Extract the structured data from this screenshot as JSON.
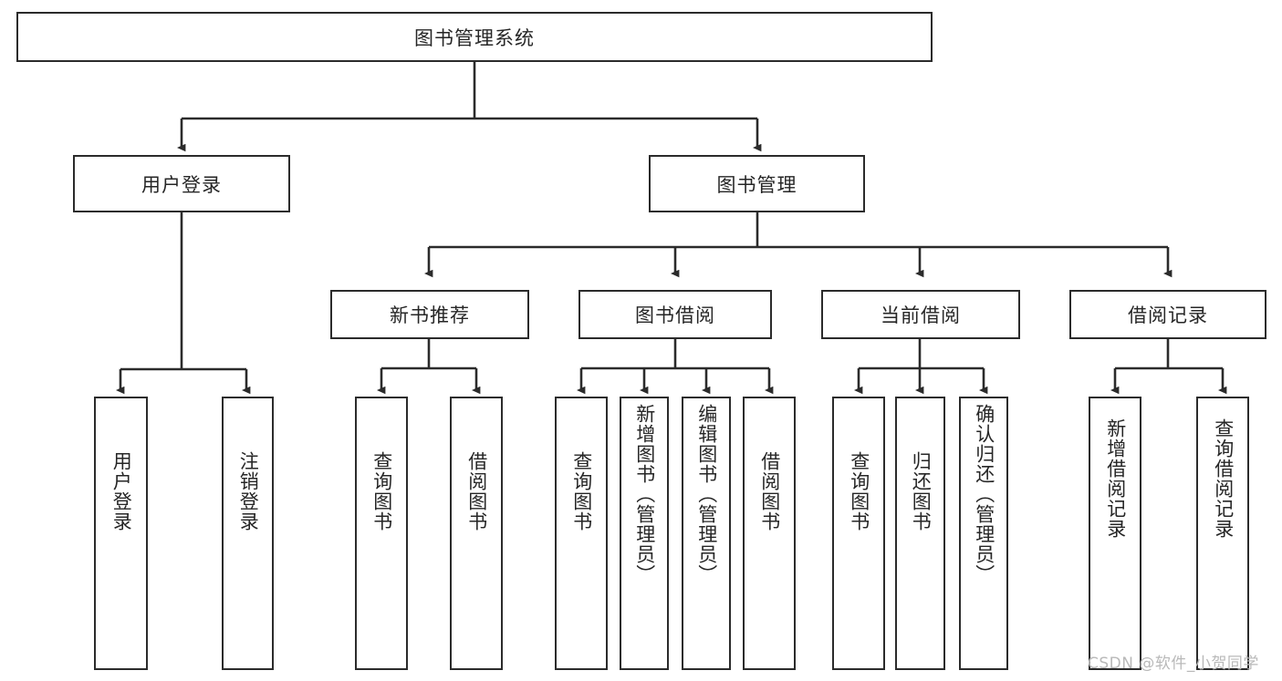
{
  "diagram": {
    "title": "图书管理系统",
    "type": "tree-hierarchy-diagram",
    "orientation": "top-down",
    "edge_style": "orthogonal-with-arrowheads",
    "colors": {
      "box_border": "#2b2b2b",
      "box_fill": "#ffffff",
      "text": "#262626",
      "edge": "#2b2b2b",
      "watermark": "#b9b9b9",
      "background": "#ffffff"
    },
    "root": {
      "label": "图书管理系统",
      "text_direction": "horizontal"
    },
    "level1": [
      {
        "label": "用户登录",
        "text_direction": "horizontal"
      },
      {
        "label": "图书管理",
        "text_direction": "horizontal"
      }
    ],
    "level2": [
      {
        "label": "新书推荐",
        "text_direction": "horizontal",
        "parent": "图书管理"
      },
      {
        "label": "图书借阅",
        "text_direction": "horizontal",
        "parent": "图书管理"
      },
      {
        "label": "当前借阅",
        "text_direction": "horizontal",
        "parent": "图书管理"
      },
      {
        "label": "借阅记录",
        "text_direction": "horizontal",
        "parent": "图书管理"
      }
    ],
    "leaves": {
      "用户登录": [
        {
          "label": "用户登录",
          "text_direction": "vertical"
        },
        {
          "label": "注销登录",
          "text_direction": "vertical"
        }
      ],
      "新书推荐": [
        {
          "label": "查询图书",
          "text_direction": "vertical"
        },
        {
          "label": "借阅图书",
          "text_direction": "vertical"
        }
      ],
      "图书借阅": [
        {
          "label": "查询图书",
          "text_direction": "vertical"
        },
        {
          "label": "新增图书（管理员）",
          "text_direction": "vertical"
        },
        {
          "label": "编辑图书（管理员）",
          "text_direction": "vertical"
        },
        {
          "label": "借阅图书",
          "text_direction": "vertical"
        }
      ],
      "当前借阅": [
        {
          "label": "查询图书",
          "text_direction": "vertical"
        },
        {
          "label": "归还图书",
          "text_direction": "vertical"
        },
        {
          "label": "确认归还（管理员）",
          "text_direction": "vertical"
        }
      ],
      "借阅记录": [
        {
          "label": "新增借阅记录",
          "text_direction": "vertical"
        },
        {
          "label": "查询借阅记录",
          "text_direction": "vertical"
        }
      ]
    }
  },
  "watermark": {
    "text": "CSDN @软件_小贺同学"
  }
}
